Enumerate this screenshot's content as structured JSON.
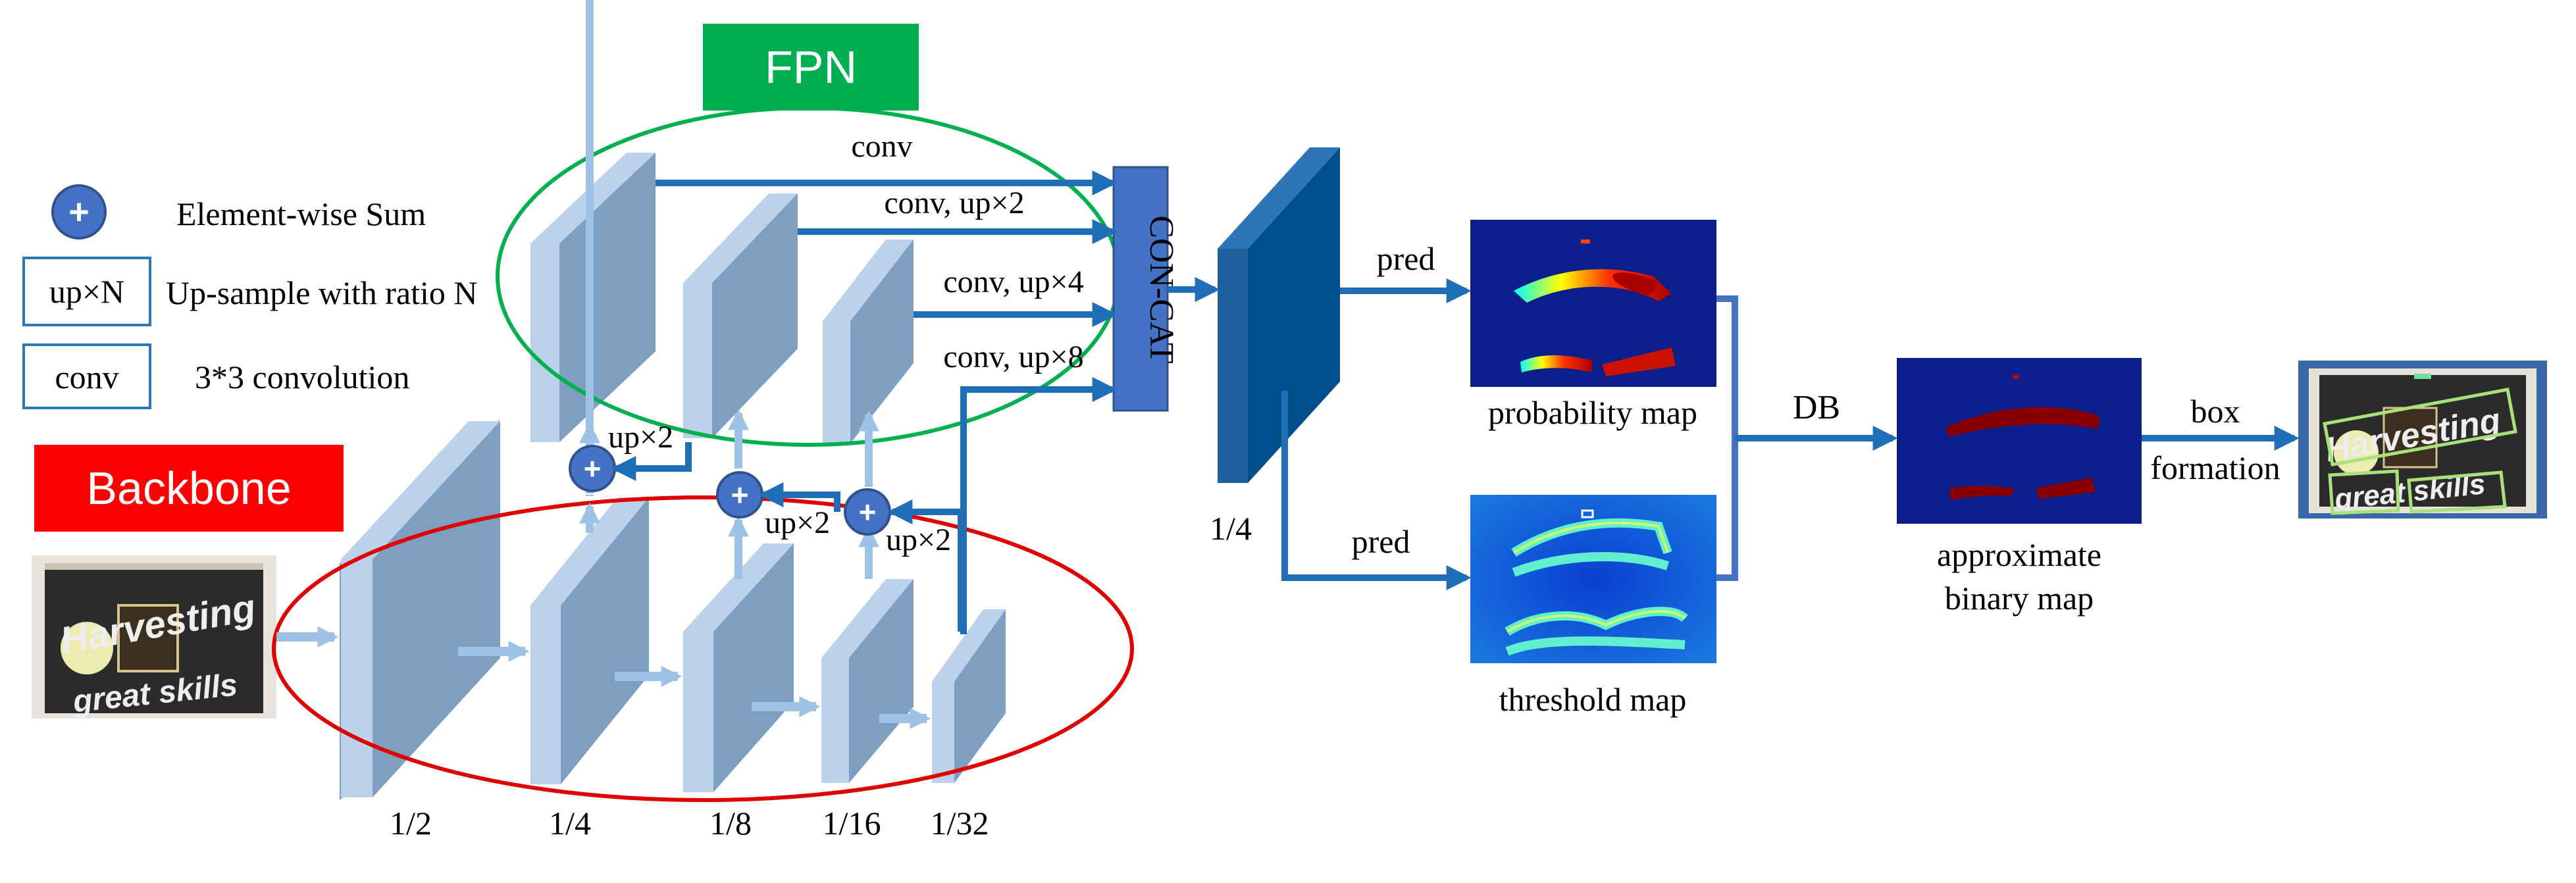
{
  "labels": {
    "fpn": "FPN",
    "backbone": "Backbone",
    "concat": "CON-CAT",
    "conv": "conv",
    "conv_up2": "conv, up×2",
    "conv_up4": "conv, up×4",
    "conv_up8": "conv, up×8",
    "up2": "up×2",
    "pred": "pred",
    "db": "DB",
    "box_line1": "box",
    "box_line2": "formation",
    "probability_map": "probability map",
    "threshold_map": "threshold map",
    "approx_line1": "approximate",
    "approx_line2": "binary map"
  },
  "scales": {
    "s2": "1/2",
    "s4": "1/4",
    "s8": "1/8",
    "s16": "1/16",
    "s32": "1/32",
    "out": "1/4"
  },
  "legend": {
    "sum_symbol": "+",
    "sum_desc": "Element-wise Sum",
    "up_key": "up×N",
    "up_desc": "Up-sample with ratio N",
    "conv_key": "conv",
    "conv_desc": "3*3 convolution"
  },
  "image_text": {
    "word1": "Harvesting",
    "word2": "great skills"
  },
  "colors": {
    "fpn_badge": "#00b050",
    "backbone_badge": "#ff0000",
    "feature_face": "#7f9fc0",
    "feature_side": "#bcd2ea",
    "arrow_dark": "#1f6fb8",
    "arrow_light": "#9cc2e5",
    "concat_block": "#4472c4",
    "sum_circle": "#4472c4",
    "output_map": "#004f8c"
  }
}
